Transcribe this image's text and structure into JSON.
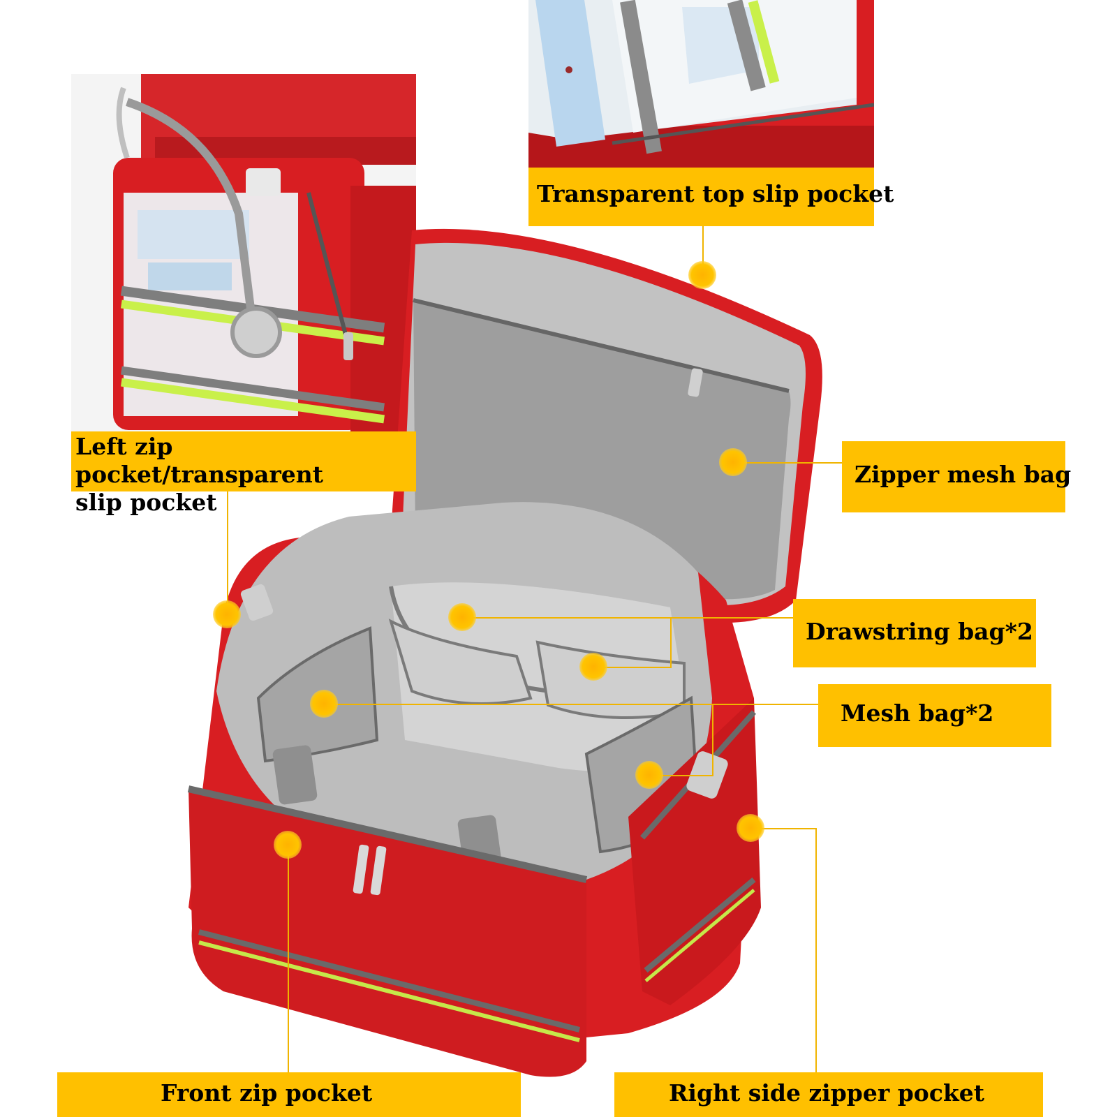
{
  "labels": {
    "top_slip": "Transparent top slip pocket",
    "left_zip_line1": "Left zip pocket/transparent",
    "left_zip_line2": "slip pocket",
    "zipper_mesh": "Zipper mesh bag",
    "drawstring": "Drawstring bag*2",
    "mesh": "Mesh bag*2",
    "front_zip": "Front zip pocket",
    "right_side": "Right side zipper pocket"
  },
  "colors": {
    "label_background": "#ffc000",
    "label_text": "#000000",
    "callout_dot": "#ffb300",
    "bag_red": "#d81e22",
    "lining_gray": "#c8c8c8",
    "reflective_stripe": "#c6e84a"
  },
  "icons": {
    "callout_marker": "dot-icon"
  }
}
